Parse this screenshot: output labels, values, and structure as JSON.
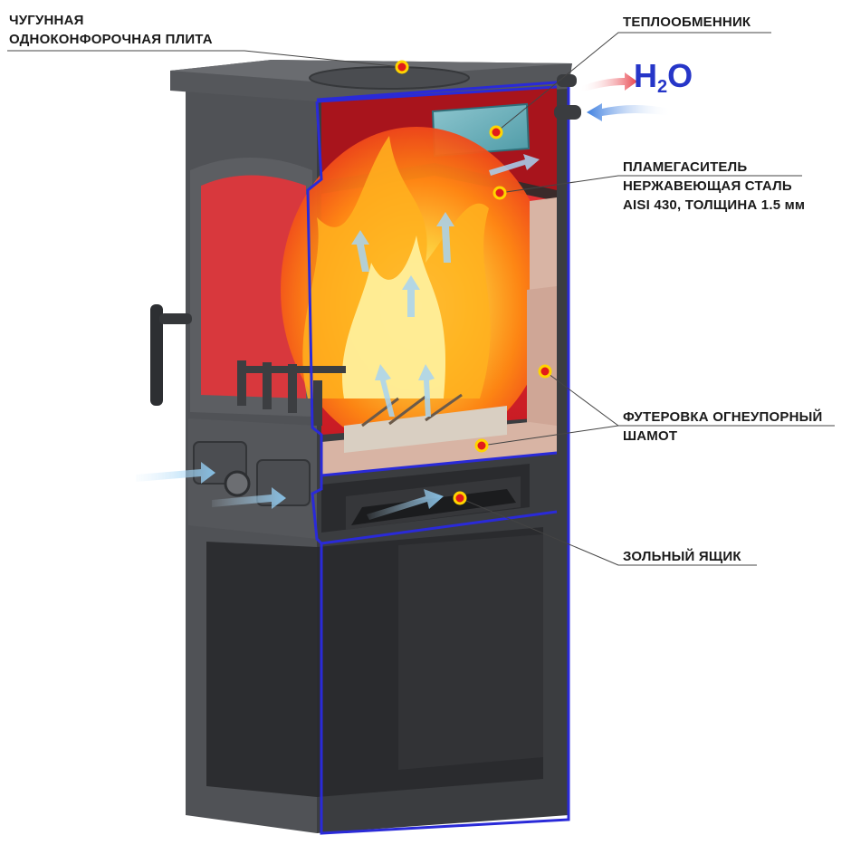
{
  "labels": {
    "cooktop": [
      "ЧУГУННАЯ",
      "ОДНОКОНФОРОЧНАЯ ПЛИТА"
    ],
    "heat_exchanger": [
      "ТЕПЛООБМЕННИК"
    ],
    "flame_arrester": [
      "ПЛАМЕГАСИТЕЛЬ",
      "НЕРЖАВЕЮЩАЯ СТАЛЬ",
      "AISI 430, ТОЛЩИНА 1.5 мм"
    ],
    "lining": [
      "ФУТЕРОВКА ОГНЕУПОРНЫЙ",
      "ШАМОТ"
    ],
    "ash_box": [
      "ЗОЛЬНЫЙ ЯЩИК"
    ]
  },
  "water": {
    "symbol": "H",
    "subscript": "2",
    "tail": "O"
  },
  "colors": {
    "body": "#47494c",
    "body_dark": "#2f3134",
    "outline": "#2a2ad8",
    "lining": "#d8b4a4",
    "firebox_red": "#e0222a",
    "marker": "#e21b1b",
    "marker_ring": "#ffd400",
    "air_arrow": "#9fd3f5",
    "hot_arrow": "#e8434c",
    "cold_arrow": "#3e7fe0"
  }
}
